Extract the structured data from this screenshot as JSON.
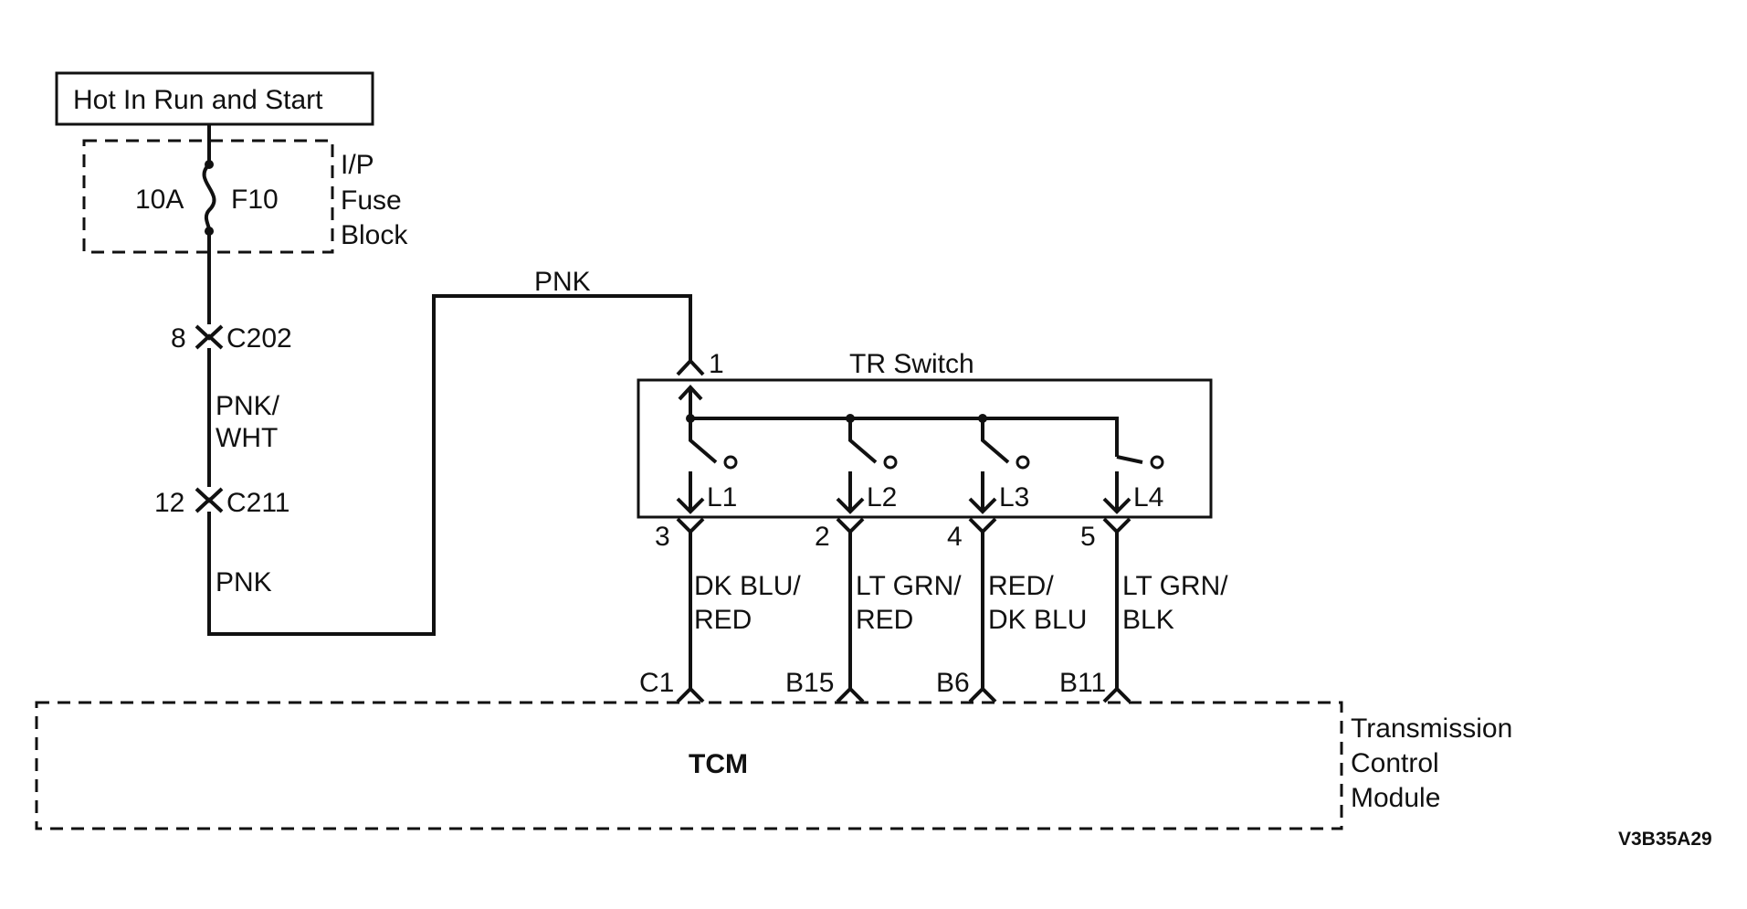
{
  "power_source": "Hot In Run and Start",
  "fuse_block": {
    "rating": "10A",
    "fuse": "F10",
    "name_lines": [
      "I/P",
      "Fuse",
      "Block"
    ]
  },
  "connectors": {
    "c202": {
      "pin": "8",
      "name": "C202"
    },
    "c211": {
      "pin": "12",
      "name": "C211"
    }
  },
  "wires": {
    "pnk_wht": [
      "PNK/",
      "WHT"
    ],
    "pnk_lower": "PNK",
    "pnk_top": "PNK"
  },
  "tr_switch": {
    "title": "TR Switch",
    "input_pin": "1",
    "outputs": [
      {
        "label": "L1",
        "pin": "3",
        "wire": [
          "DK BLU/",
          "RED"
        ],
        "tcm_pin": "C1"
      },
      {
        "label": "L2",
        "pin": "2",
        "wire": [
          "LT GRN/",
          "RED"
        ],
        "tcm_pin": "B15"
      },
      {
        "label": "L3",
        "pin": "4",
        "wire": [
          "RED/",
          "DK BLU"
        ],
        "tcm_pin": "B6"
      },
      {
        "label": "L4",
        "pin": "5",
        "wire": [
          "LT GRN/",
          "BLK"
        ],
        "tcm_pin": "B11"
      }
    ]
  },
  "tcm": {
    "label": "TCM",
    "name_lines": [
      "Transmission",
      "Control",
      "Module"
    ]
  },
  "figure_id": "V3B35A29"
}
